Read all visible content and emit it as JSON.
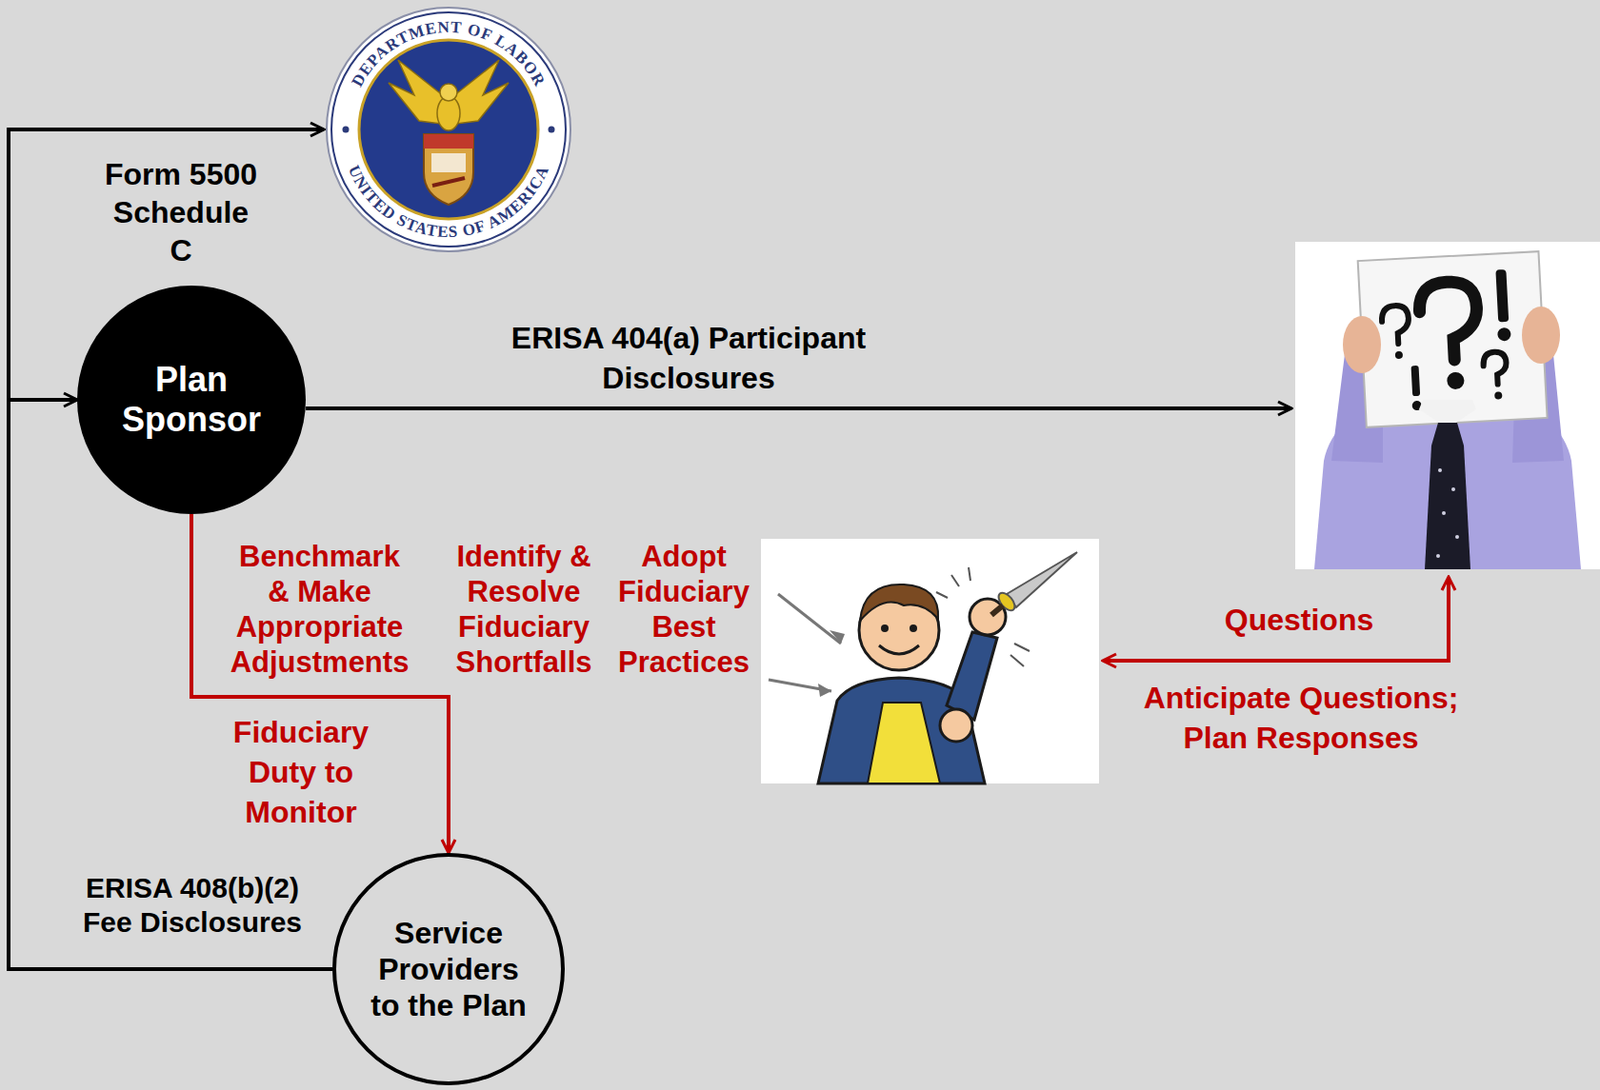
{
  "diagram": {
    "nodes": [
      {
        "text": [
          "DEPARTMENT OF LABOR",
          "UNITED STATES OF AMERICA"
        ]
      },
      {
        "text": [
          "Plan Sponsor"
        ]
      },
      {
        "text": [
          "Service Providers to the Plan"
        ]
      }
    ],
    "edges": [
      {
        "from": 2,
        "to": 1,
        "arrow": "to",
        "label": "ERISA 408(b)(2) Fee Disclosures"
      },
      {
        "from": 2,
        "to": 0,
        "arrow": "to",
        "label": "Form 5500 Schedule C"
      },
      {
        "from": 1,
        "to": 2,
        "arrow": "to",
        "label": "Fiduciary Duty to Monitor"
      }
    ],
    "labels": [
      "ERISA 404(a) Participant Disclosures",
      "Benchmark & Make Appropriate Adjustments",
      "Identify & Resolve Fiduciary Shortfalls",
      "Adopt Fiduciary Best Practices",
      "Questions",
      "Anticipate Questions; Plan Responses"
    ]
  }
}
